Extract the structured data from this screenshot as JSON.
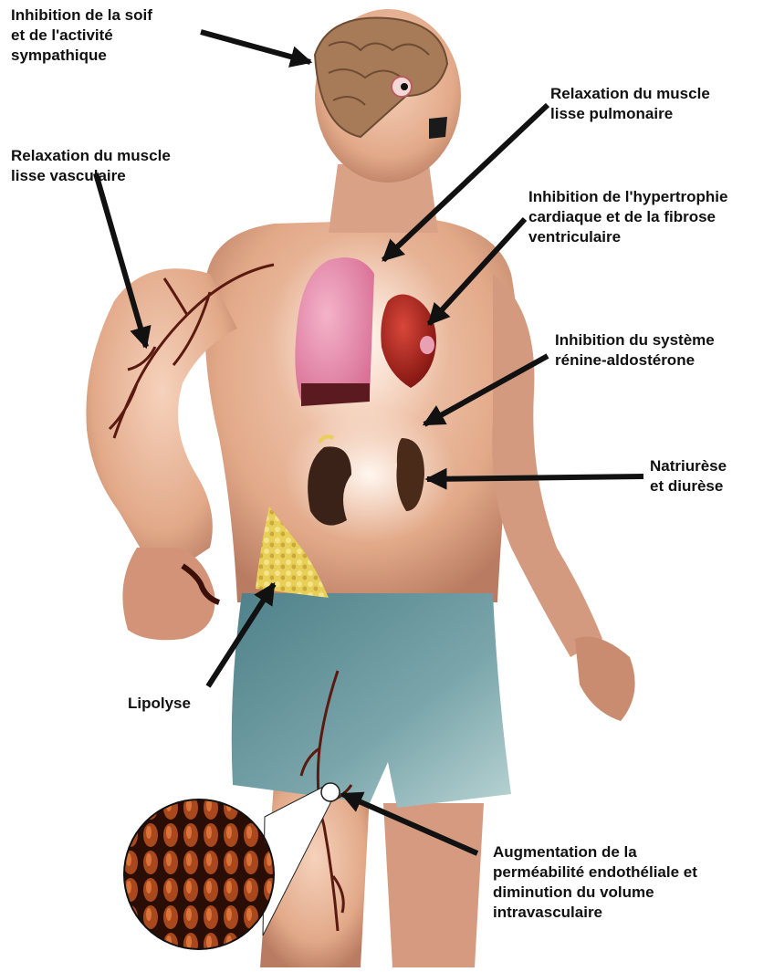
{
  "labels": {
    "brain": [
      "Inhibition de la soif",
      "et de l'activité",
      "sympathique"
    ],
    "vascular": [
      "Relaxation du muscle",
      "lisse vasculaire"
    ],
    "pulmonary": [
      "Relaxation du muscle",
      "lisse pulmonaire"
    ],
    "cardiac": [
      "Inhibition de l'hypertrophie",
      "cardiaque et de la fibrose",
      "ventriculaire"
    ],
    "renin": [
      "Inhibition du système",
      "rénine-aldostérone"
    ],
    "natriuresis": [
      "Natriurèse",
      "et diurèse"
    ],
    "lipolysis": [
      "Lipolyse"
    ],
    "permeability": [
      "Augmentation de la",
      "perméabilité endothéliale et",
      "diminution du volume",
      "intravasculaire"
    ]
  },
  "colors": {
    "skin": "#eab59a",
    "skin_shadow": "#c98c70",
    "lung": "#e98cad",
    "heart": "#a8201a",
    "kidney": "#3a2218",
    "fat": "#e4c84a",
    "shorts": "#6f9aa0",
    "vessel": "#5a1a10",
    "arrow": "#111111"
  }
}
